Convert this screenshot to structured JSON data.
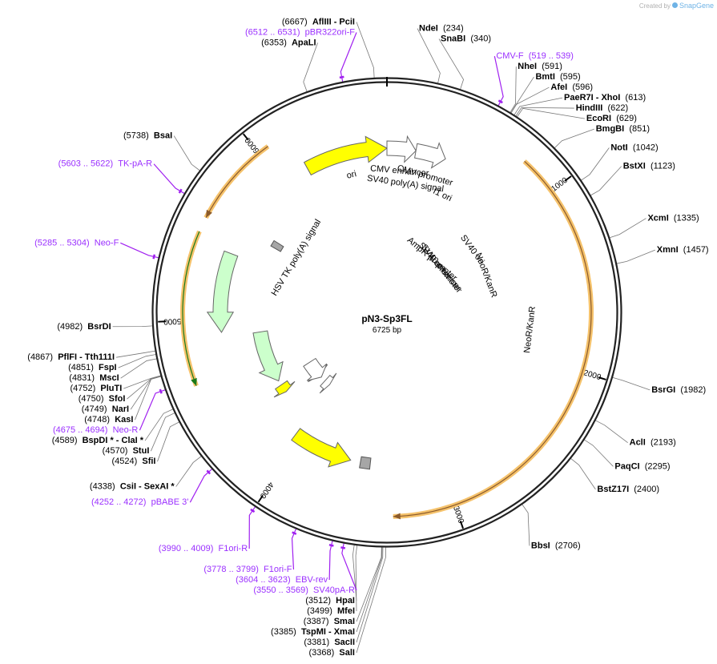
{
  "credit": {
    "prefix": "Created by",
    "brand": "SnapGene"
  },
  "plasmid": {
    "name": "pN3-Sp3FL",
    "size_label": "6725 bp",
    "length": 6725
  },
  "colors": {
    "backbone": "#222222",
    "enzyme_line": "#777777",
    "primer": "#a020f0",
    "primer_label": "#9b30ff",
    "ori": "#ffff00",
    "neo": "#ccffcc",
    "promoter": "#ffffff",
    "polyA": "#a6a6a6",
    "orf_fill": "#f5c26b"
  },
  "scale_marks": [
    {
      "label": "1000",
      "pos": 1000
    },
    {
      "label": "2000",
      "pos": 2000
    },
    {
      "label": "3000",
      "pos": 3000
    },
    {
      "label": "4000",
      "pos": 4000
    },
    {
      "label": "5000",
      "pos": 5000
    },
    {
      "label": "6000",
      "pos": 6000
    }
  ],
  "enzymes": [
    {
      "name": "AflIII  - PciI",
      "pos_label": "(6667)",
      "pos": 6667
    },
    {
      "name": "NdeI",
      "pos_label": "(234)",
      "pos": 234
    },
    {
      "name": "SnaBI",
      "pos_label": "(340)",
      "pos": 340
    },
    {
      "name": "ApaLI",
      "pos_label": "(6353)",
      "pos": 6353
    },
    {
      "name": "NheI",
      "pos_label": "(591)",
      "pos": 591
    },
    {
      "name": "BmtI",
      "pos_label": "(595)",
      "pos": 595
    },
    {
      "name": "AfeI",
      "pos_label": "(596)",
      "pos": 596
    },
    {
      "name": "PaeR7I  - XhoI",
      "pos_label": "(613)",
      "pos": 613
    },
    {
      "name": "HindIII",
      "pos_label": "(622)",
      "pos": 622
    },
    {
      "name": "EcoRI",
      "pos_label": "(629)",
      "pos": 629
    },
    {
      "name": "BmgBI",
      "pos_label": "(851)",
      "pos": 851
    },
    {
      "name": "NotI",
      "pos_label": "(1042)",
      "pos": 1042
    },
    {
      "name": "BstXI",
      "pos_label": "(1123)",
      "pos": 1123
    },
    {
      "name": "XcmI",
      "pos_label": "(1335)",
      "pos": 1335
    },
    {
      "name": "XmnI",
      "pos_label": "(1457)",
      "pos": 1457
    },
    {
      "name": "BsrGI",
      "pos_label": "(1982)",
      "pos": 1982
    },
    {
      "name": "AclI",
      "pos_label": "(2193)",
      "pos": 2193
    },
    {
      "name": "PaqCI",
      "pos_label": "(2295)",
      "pos": 2295
    },
    {
      "name": "BstZ17I",
      "pos_label": "(2400)",
      "pos": 2400
    },
    {
      "name": "BbsI",
      "pos_label": "(2706)",
      "pos": 2706
    },
    {
      "name": "SalI",
      "pos_label": "(3368)",
      "pos": 3368
    },
    {
      "name": "SacII",
      "pos_label": "(3381)",
      "pos": 3381
    },
    {
      "name": "TspMI  - XmaI",
      "pos_label": "(3385)",
      "pos": 3385
    },
    {
      "name": "SmaI",
      "pos_label": "(3387)",
      "pos": 3387
    },
    {
      "name": "MfeI",
      "pos_label": "(3499)",
      "pos": 3499
    },
    {
      "name": "HpaI",
      "pos_label": "(3512)",
      "pos": 3512
    },
    {
      "name": "CsiI  - SexAI *",
      "pos_label": "(4338)",
      "pos": 4338
    },
    {
      "name": "SfiI",
      "pos_label": "(4524)",
      "pos": 4524
    },
    {
      "name": "StuI",
      "pos_label": "(4570)",
      "pos": 4570
    },
    {
      "name": "BspDI *  - ClaI *",
      "pos_label": "(4589)",
      "pos": 4589
    },
    {
      "name": "KasI",
      "pos_label": "(4748)",
      "pos": 4748
    },
    {
      "name": "NarI",
      "pos_label": "(4749)",
      "pos": 4749
    },
    {
      "name": "SfoI",
      "pos_label": "(4750)",
      "pos": 4750
    },
    {
      "name": "PluTI",
      "pos_label": "(4752)",
      "pos": 4752
    },
    {
      "name": "MscI",
      "pos_label": "(4831)",
      "pos": 4831
    },
    {
      "name": "FspI",
      "pos_label": "(4851)",
      "pos": 4851
    },
    {
      "name": "PflFI  - Tth111I",
      "pos_label": "(4867)",
      "pos": 4867
    },
    {
      "name": "BsrDI",
      "pos_label": "(4982)",
      "pos": 4982
    },
    {
      "name": "BsaI",
      "pos_label": "(5738)",
      "pos": 5738
    }
  ],
  "primers": [
    {
      "name": "pBR322ori-F",
      "range": "(6512 .. 6531)",
      "pos": 6522
    },
    {
      "name": "CMV-F",
      "range": "(519 .. 539)",
      "pos": 529
    },
    {
      "name": "TK-pA-R",
      "range": "(5603 .. 5622)",
      "pos": 5612
    },
    {
      "name": "Neo-F",
      "range": "(5285 .. 5304)",
      "pos": 5295
    },
    {
      "name": "Neo-R",
      "range": "(4675 .. 4694)",
      "pos": 4684
    },
    {
      "name": "pBABE 3'",
      "range": "(4252 .. 4272)",
      "pos": 4262
    },
    {
      "name": "F1ori-R",
      "range": "(3990 .. 4009)",
      "pos": 4000
    },
    {
      "name": "F1ori-F",
      "range": "(3778 .. 3799)",
      "pos": 3788
    },
    {
      "name": "EBV-rev",
      "range": "(3604 .. 3623)",
      "pos": 3613
    },
    {
      "name": "SV40pA-R",
      "range": "(3550 .. 3569)",
      "pos": 3560
    }
  ],
  "features": [
    {
      "name": "ori",
      "type": "ori",
      "start": 6185,
      "end": 6725
    },
    {
      "name": "CMV enhancer",
      "type": "promoter",
      "start": 0,
      "end": 190
    },
    {
      "name": "CMV promoter",
      "type": "promoter",
      "start": 190,
      "end": 390
    },
    {
      "name": "HSV TK poly(A) signal",
      "type": "polyA",
      "start": 5600,
      "end": 5650
    },
    {
      "name": "NeoR/KanR",
      "type": "neo",
      "start": 5430,
      "end": 4915
    },
    {
      "name": "NeoR/KanR",
      "type": "neo",
      "start": 4880,
      "end": 4440
    },
    {
      "name": "SV40 ori",
      "type": "ori",
      "start": 4400,
      "end": 4330
    },
    {
      "name": "SV40 enhancer",
      "type": "promoter",
      "start": 4330,
      "end": 4240
    },
    {
      "name": "SV40 promoter",
      "type": "promoter",
      "start": 4430,
      "end": 4210
    },
    {
      "name": "AmpR promoter",
      "type": "promoter",
      "start": 4150,
      "end": 4080
    },
    {
      "name": "f1 ori",
      "type": "ori",
      "start": 4050,
      "end": 3620
    },
    {
      "name": "SV40 poly(A) signal",
      "type": "polyA",
      "start": 3550,
      "end": 3480
    }
  ],
  "orfs": [
    {
      "start": 790,
      "end": 3330,
      "dir": "cw",
      "inner": "#8b5a2b"
    },
    {
      "start": 5480,
      "end": 4650,
      "dir": "ccw",
      "inner": "#1a7a1a"
    },
    {
      "start": 6060,
      "end": 5560,
      "dir": "ccw",
      "inner": "#8b5a2b"
    }
  ]
}
